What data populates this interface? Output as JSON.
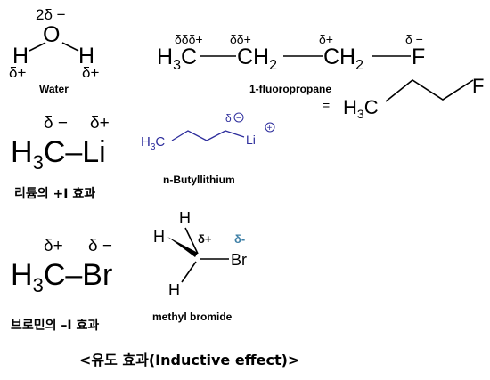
{
  "water": {
    "delta_top": "2δ −",
    "o": "O",
    "h_left": "H",
    "h_right": "H",
    "delta_left": "δ+",
    "delta_right": "δ+",
    "label": "Water"
  },
  "fluoropropane": {
    "d1": "δδδ+",
    "d2": "δδ+",
    "d3": "δ+",
    "d4": "δ −",
    "h3c": "H",
    "h3c_sub": "3",
    "h3c_c": "C",
    "ch2a": "CH",
    "ch2a_sub": "2",
    "ch2b": "CH",
    "ch2b_sub": "2",
    "f": "F",
    "label": "1-fluoropropane",
    "equals": "=",
    "skeletal_h3c": "H",
    "skeletal_sub": "3",
    "skeletal_c": "C",
    "skeletal_f": "F"
  },
  "methyllithium": {
    "d_minus": "δ −",
    "d_plus": "δ+",
    "h": "H",
    "sub": "3",
    "c": "C–Li",
    "caption": "리튬의 +I 효과"
  },
  "butyllithium": {
    "h3c": "H",
    "sub": "3",
    "c": "C",
    "li": "Li",
    "delta": "δ",
    "minus": "−",
    "plus": "+",
    "label": "n-Butyllithium"
  },
  "methylbromide_left": {
    "d_plus": "δ+",
    "d_minus": "δ −",
    "h": "H",
    "sub": "3",
    "c": "C–Br",
    "caption": "브로민의 –I 효과"
  },
  "methylbromide_right": {
    "h_top": "H",
    "h_left": "H",
    "h_bottom": "H",
    "d_plus": "δ+",
    "d_minus": "δ-",
    "br": "Br",
    "label": "methyl bromide"
  },
  "title": "<유도 효과(Inductive effect)>",
  "colors": {
    "blue": "#2d2d9c",
    "teal": "#3d7fa6"
  }
}
